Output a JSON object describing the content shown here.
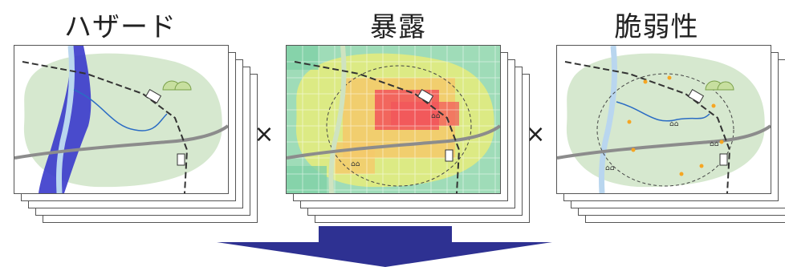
{
  "panels": [
    {
      "title": "ハザード",
      "map_icon": "hazard-flood-map-icon"
    },
    {
      "title": "暴露",
      "map_icon": "exposure-heatmap-icon"
    },
    {
      "title": "脆弱性",
      "map_icon": "vulnerability-map-icon"
    }
  ],
  "operators": [
    "×",
    "×"
  ],
  "arrow": {
    "color": "#2e3192",
    "direction": "down"
  },
  "colors": {
    "terrain": "#d6e8cf",
    "flood": "#3a3acb",
    "river": "#b9d6ef",
    "road": "#8c8c8c",
    "forest": "#c7df9f",
    "heat_high": "#f2545b",
    "heat_mid": "#f5c96a",
    "heat_low": "#e6ec7a",
    "heat_cool": "#7fd1a6",
    "vulnerable_point": "#f5a623"
  }
}
